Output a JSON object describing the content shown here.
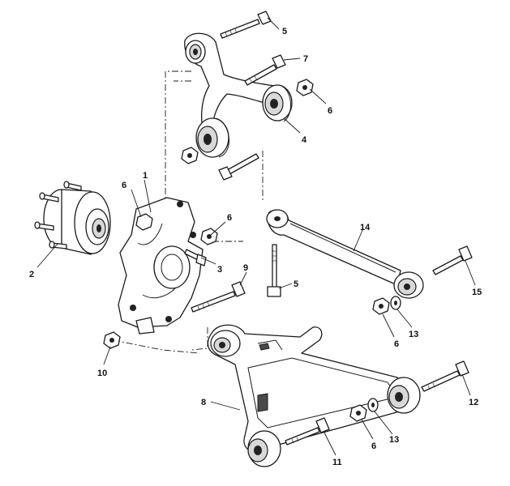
{
  "callouts": [
    {
      "id": "c1",
      "label": "1"
    },
    {
      "id": "c2",
      "label": "2"
    },
    {
      "id": "c3",
      "label": "3"
    },
    {
      "id": "c4",
      "label": "4"
    },
    {
      "id": "c5a",
      "label": "5"
    },
    {
      "id": "c5b",
      "label": "5"
    },
    {
      "id": "c6a",
      "label": "6"
    },
    {
      "id": "c6b",
      "label": "6"
    },
    {
      "id": "c6c",
      "label": "6"
    },
    {
      "id": "c6d",
      "label": "6"
    },
    {
      "id": "c6e",
      "label": "6"
    },
    {
      "id": "c7",
      "label": "7"
    },
    {
      "id": "c8",
      "label": "8"
    },
    {
      "id": "c9",
      "label": "9"
    },
    {
      "id": "c10",
      "label": "10"
    },
    {
      "id": "c11",
      "label": "11"
    },
    {
      "id": "c12",
      "label": "12"
    },
    {
      "id": "c13a",
      "label": "13"
    },
    {
      "id": "c13b",
      "label": "13"
    },
    {
      "id": "c14",
      "label": "14"
    },
    {
      "id": "c15",
      "label": "15"
    }
  ]
}
